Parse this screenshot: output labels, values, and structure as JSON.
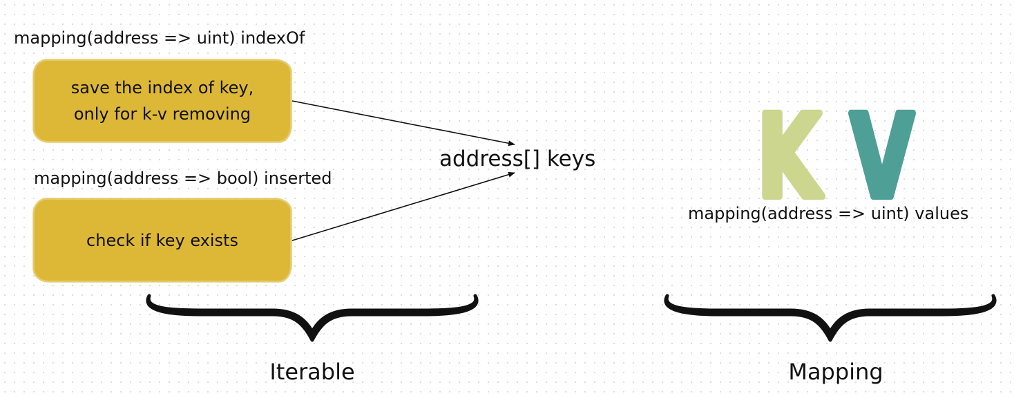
{
  "colors": {
    "box_fill": "#ddb837",
    "k_letter": "#ccd68f",
    "v_letter": "#4e9f96",
    "ink": "#111111"
  },
  "index_of": {
    "mapping_label": "mapping(address => uint) indexOf",
    "box_line_1": "save the index of key,",
    "box_line_2": "only for k-v removing"
  },
  "inserted": {
    "mapping_label": "mapping(address => bool) inserted",
    "box_text": "check if key exists"
  },
  "keys": {
    "label": "address[] keys"
  },
  "values": {
    "k_letter": "K",
    "v_letter": "V",
    "mapping_label": "mapping(address => uint) values"
  },
  "groups": {
    "left_label": "Iterable",
    "right_label": "Mapping"
  },
  "icons": {
    "connector": "arrow-icon",
    "group_bracket": "curly-brace-icon"
  }
}
